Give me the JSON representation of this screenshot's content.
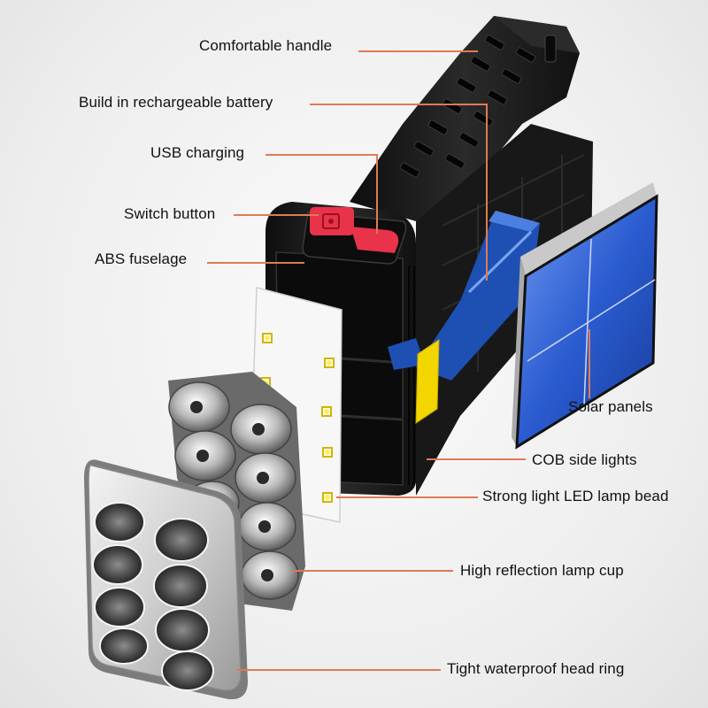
{
  "labels": {
    "handle": "Comfortable handle",
    "battery": "Build in rechargeable battery",
    "usb": "USB charging",
    "switch": "Switch button",
    "abs": "ABS fuselage",
    "solar": "Solar panels",
    "cob": "COB side lights",
    "led": "Strong light LED lamp bead",
    "cup": "High reflection lamp cup",
    "ring": "Tight waterproof head ring"
  },
  "colors": {
    "leader": "#e07a55",
    "body": "#1c1c1c",
    "switch": "#e8334a",
    "battery": "#1e4fb3",
    "cob": "#f3d500",
    "solar": "#2a5bd0"
  }
}
